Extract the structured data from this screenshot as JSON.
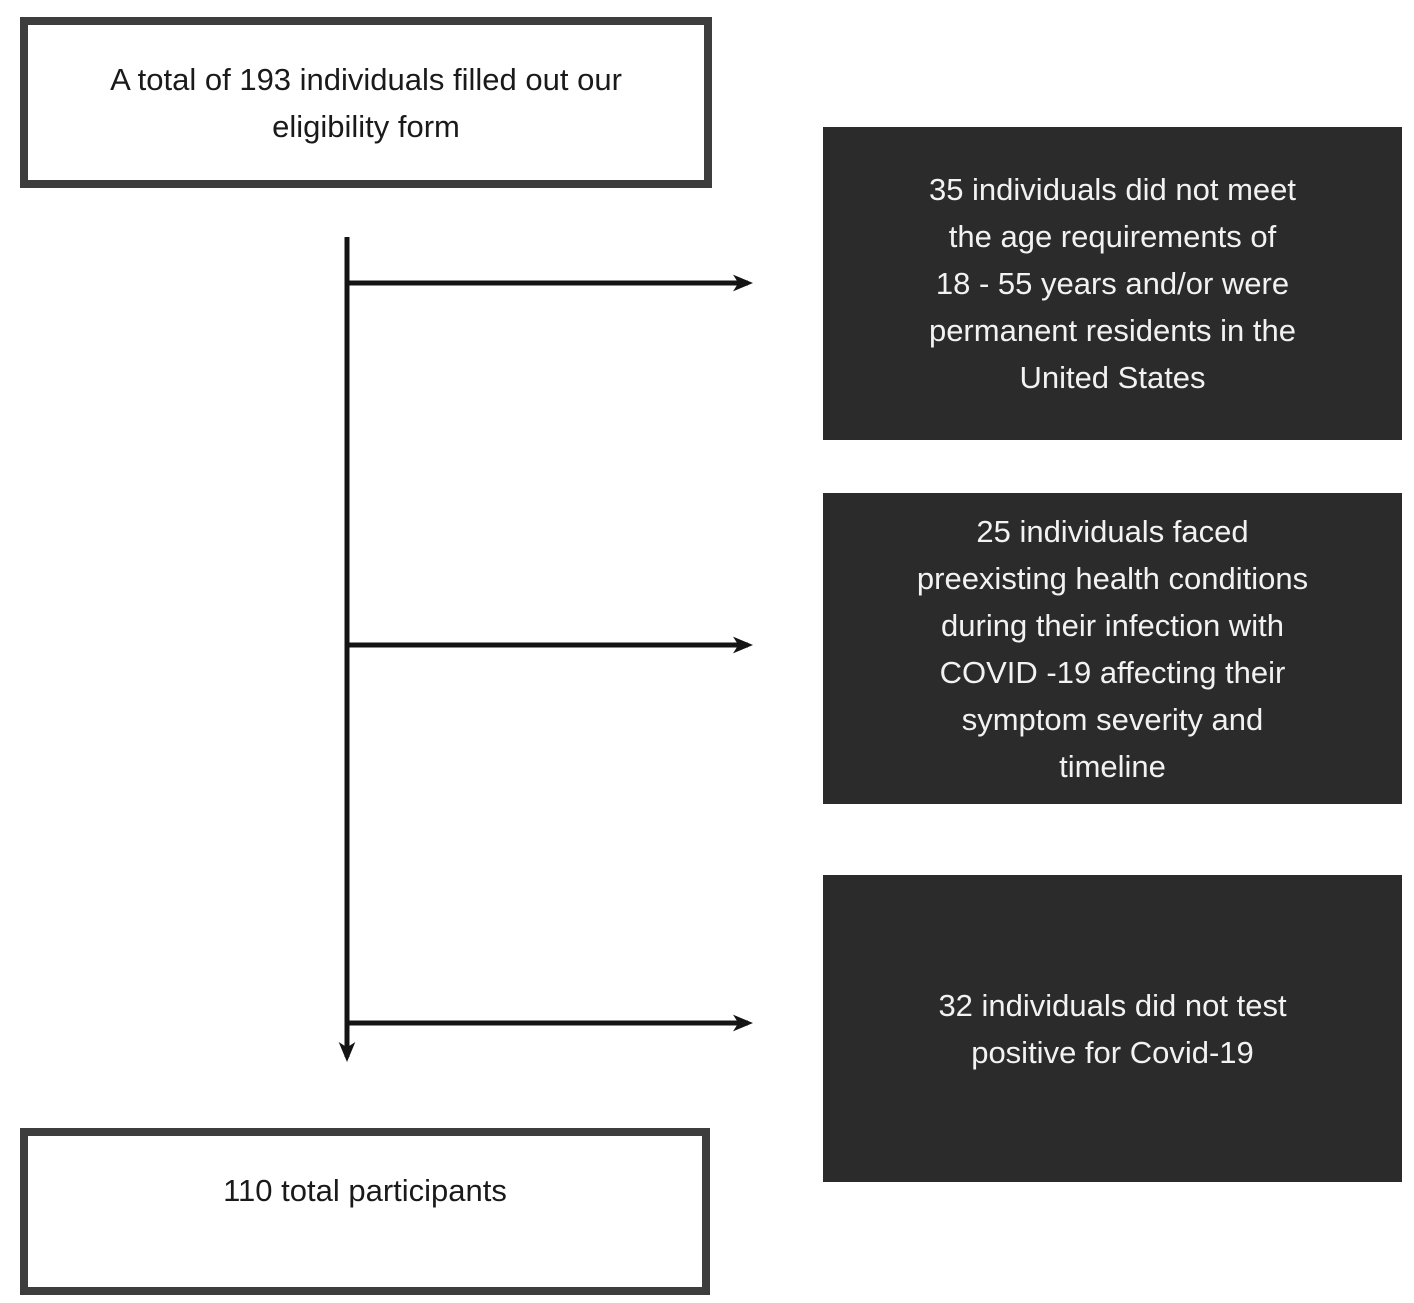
{
  "flow": {
    "start_box": "A total of 193 individuals filled out our\neligibility form",
    "exclusion_boxes": [
      {
        "text": "35 individuals did not meet\nthe age requirements of\n18 - 55 years and/or were\npermanent residents in the\nUnited States"
      },
      {
        "text": "25 individuals faced\npreexisting health conditions\nduring their infection with\nCOVID -19 affecting their\nsymptom severity and\ntimeline"
      },
      {
        "text": "32 individuals did not test\npositive for Covid-19"
      }
    ],
    "end_box": "110 total participants"
  },
  "colors": {
    "background": "#ffffff",
    "light_box_bg": "#ffffff",
    "light_box_border": "#3d3d3d",
    "light_box_text": "#1a1a1a",
    "dark_box_bg": "#2b2b2b",
    "dark_box_text": "#f2f2f2",
    "arrow": "#141414"
  }
}
